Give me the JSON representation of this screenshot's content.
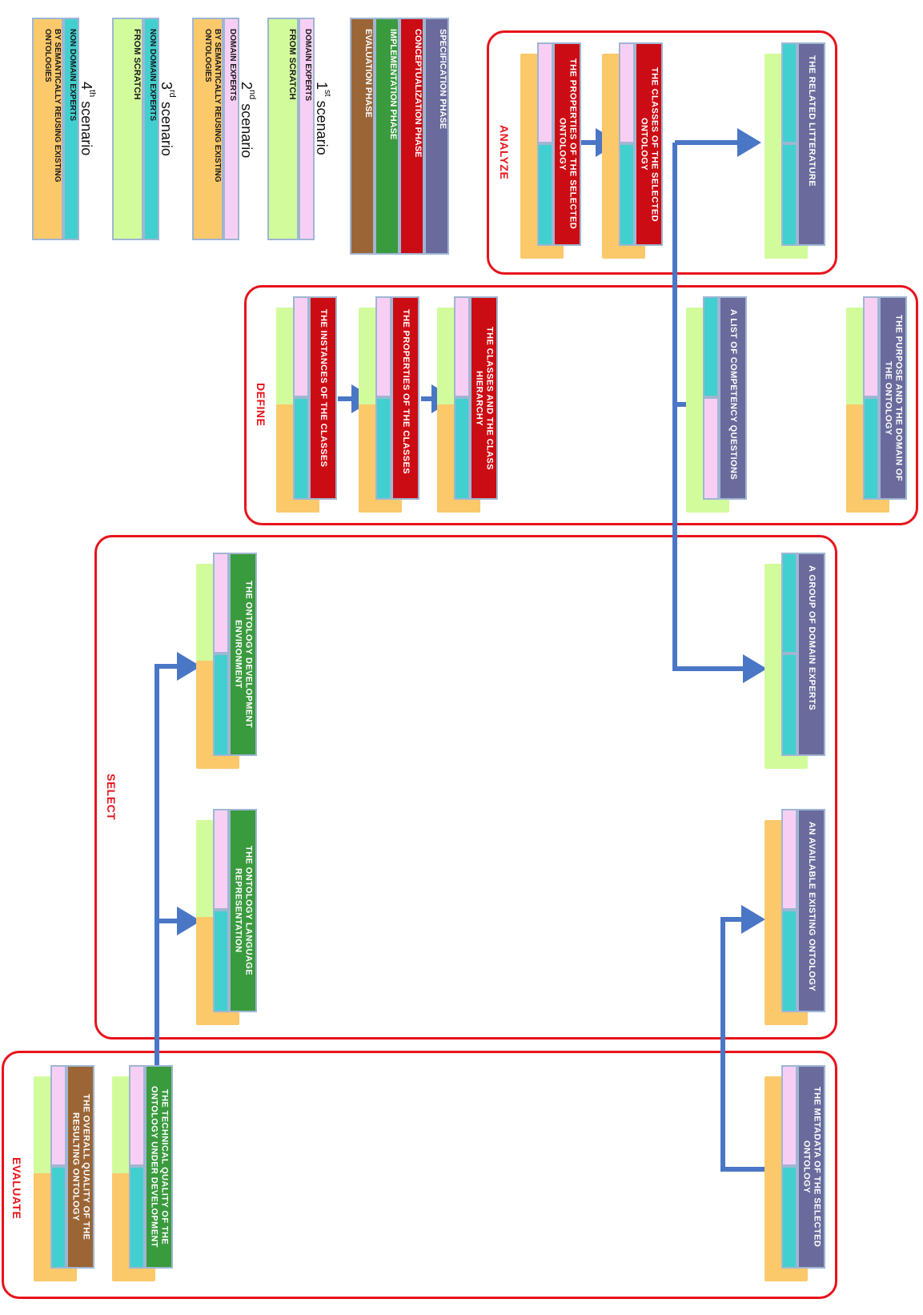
{
  "colors": {
    "specification": "#6a6b9c",
    "conceptualization": "#cc0c14",
    "implementation": "#3a9a3e",
    "evaluation": "#9b6536",
    "domain_experts": "#f8cff4",
    "non_domain_experts": "#42cfcf",
    "from_scratch": "#d2fb9c",
    "reusing": "#fbc86a",
    "frame": "#e8121b",
    "arrow": "#4a76c6"
  },
  "legend": {
    "phases": {
      "specification": "SPECIFICATION PHASE",
      "conceptualization": "CONCEPTUALIZATION PHASE",
      "implementation": "IMPLEMENTATION PHASE",
      "evaluation": "EVALUATION PHASE"
    },
    "scenarios": [
      {
        "number": "1",
        "suffix": "st",
        "word": "scenario",
        "experts": "DOMAIN EXPERTS",
        "approach": "FROM SCRATCH"
      },
      {
        "number": "2",
        "suffix": "nd",
        "word": "scenario",
        "experts": "DOMAIN EXPERTS",
        "approach": "BY SEMANTICALLY REUSING EXISTING ONTOLOGIES"
      },
      {
        "number": "3",
        "suffix": "rd",
        "word": "scenario",
        "experts": "NON DOMAIN EXPERTS",
        "approach": "FROM SCRATCH"
      },
      {
        "number": "4",
        "suffix": "th",
        "word": "scenario",
        "experts": "NON DOMAIN EXPERTS",
        "approach": "BY SEMANTICALLY REUSING EXISTING ONTOLOGIES"
      }
    ]
  },
  "groups": {
    "analyze": "ANALYZE",
    "define": "DEFINE",
    "select": "SELECT",
    "evaluate": "EVALUATE"
  },
  "tasks": {
    "properties_selected": "THE PROPERTIES OF THE SELECTED ONTOLOGY",
    "classes_selected": "THE CLASSES OF THE SELECTED ONTOLOGY",
    "related_literature": "THE RELATED LITTERATURE",
    "instances": "THE INSTANCES OF THE CLASSES",
    "properties_classes": "THE PROPERTIES OF THE CLASSES",
    "class_hierarchy": "THE CLASSES AND THE CLASS HIERARCHY",
    "competency_questions": "A LIST OF COMPETENCY QUESTIONS",
    "purpose_domain": "THE PURPOSE AND THE DOMAIN OF THE ONTOLOGY",
    "dev_environment": "THE ONTOLOGY DEVELOPMENT ENVIRONMENT",
    "domain_experts_group": "A GROUP OF DOMAIN EXPERTS",
    "language_representation": "THE ONTOLOGY LANGUAGE REPRESENTATION",
    "existing_ontology": "AN AVAILABLE EXISTING ONTOLOGY",
    "overall_quality": "THE OVERALL QUALITY OF THE RESULTING ONTOLOGY",
    "technical_quality": "THE TECHNICAL QUALITY OF THE ONTOLOGY UNDER DEVELOPMENT",
    "metadata_selected": "THE METADATA OF THE SELECTED ONTOLOGY"
  }
}
